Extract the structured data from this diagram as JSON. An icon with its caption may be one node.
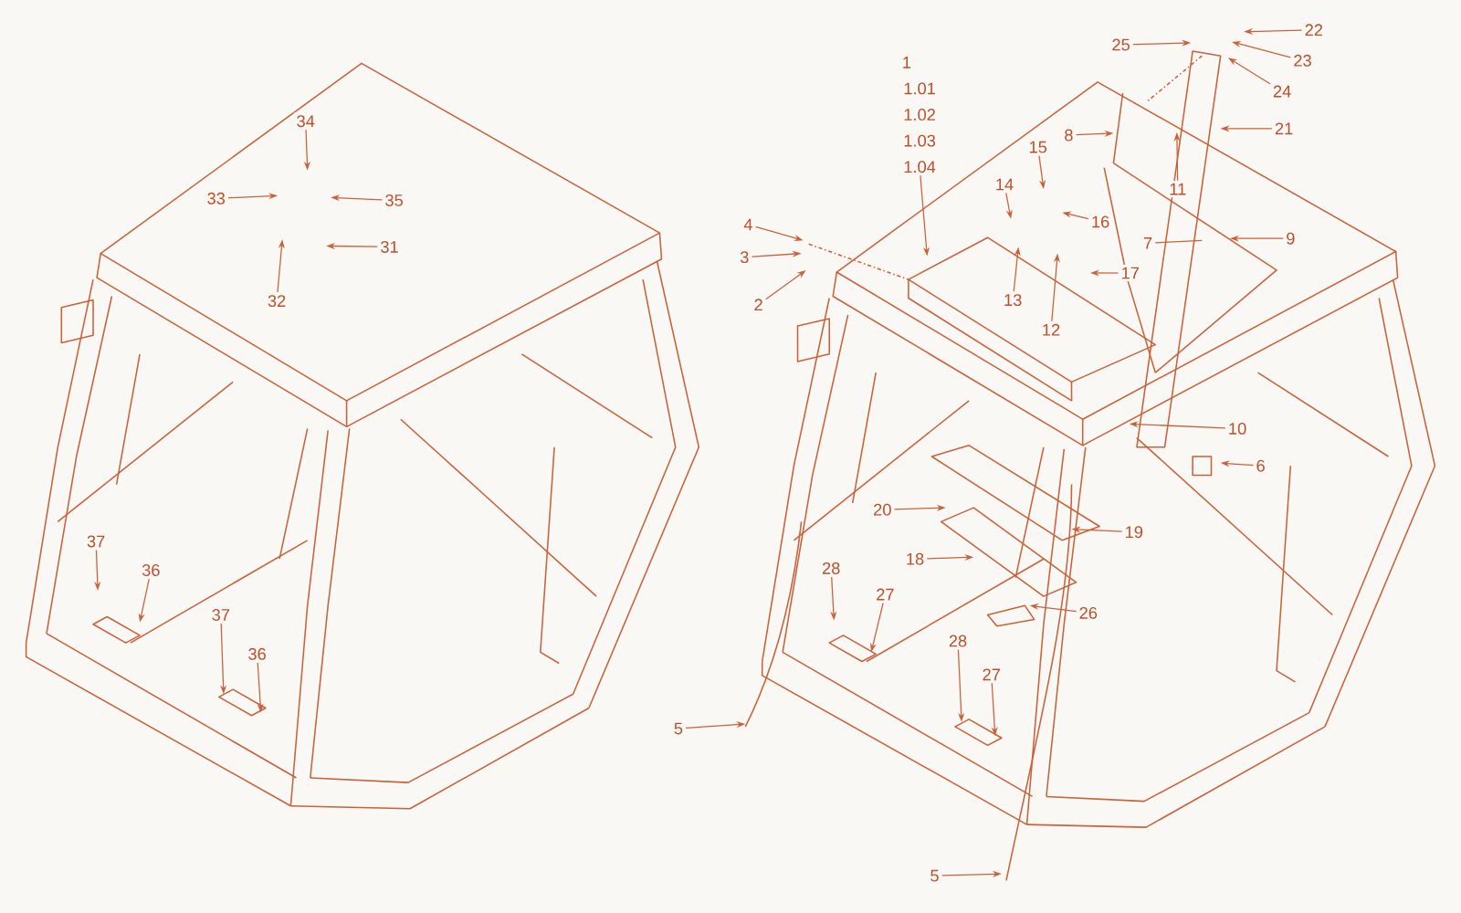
{
  "diagram": {
    "nodes": [
      {
        "text": [
          "34"
        ]
      },
      {
        "text": [
          "33"
        ]
      },
      {
        "text": [
          "35"
        ]
      },
      {
        "text": [
          "31"
        ]
      },
      {
        "text": [
          "32"
        ]
      },
      {
        "text": [
          "37"
        ]
      },
      {
        "text": [
          "36"
        ]
      },
      {
        "text": [
          "37"
        ]
      },
      {
        "text": [
          "36"
        ]
      },
      {
        "text": [
          "1"
        ]
      },
      {
        "text": [
          "1.01"
        ]
      },
      {
        "text": [
          "1.02"
        ]
      },
      {
        "text": [
          "1.03"
        ]
      },
      {
        "text": [
          "1.04"
        ]
      },
      {
        "text": [
          "25"
        ]
      },
      {
        "text": [
          "22"
        ]
      },
      {
        "text": [
          "23"
        ]
      },
      {
        "text": [
          "24"
        ]
      },
      {
        "text": [
          "21"
        ]
      },
      {
        "text": [
          "8"
        ]
      },
      {
        "text": [
          "11"
        ]
      },
      {
        "text": [
          "15"
        ]
      },
      {
        "text": [
          "14"
        ]
      },
      {
        "text": [
          "16"
        ]
      },
      {
        "text": [
          "4"
        ]
      },
      {
        "text": [
          "3"
        ]
      },
      {
        "text": [
          "2"
        ]
      },
      {
        "text": [
          "9"
        ]
      },
      {
        "text": [
          "7"
        ]
      },
      {
        "text": [
          "17"
        ]
      },
      {
        "text": [
          "13"
        ]
      },
      {
        "text": [
          "12"
        ]
      },
      {
        "text": [
          "10"
        ]
      },
      {
        "text": [
          "6"
        ]
      },
      {
        "text": [
          "20"
        ]
      },
      {
        "text": [
          "19"
        ]
      },
      {
        "text": [
          "18"
        ]
      },
      {
        "text": [
          "26"
        ]
      },
      {
        "text": [
          "28"
        ]
      },
      {
        "text": [
          "27"
        ]
      },
      {
        "text": [
          "28"
        ]
      },
      {
        "text": [
          "27"
        ]
      },
      {
        "text": [
          "5"
        ]
      },
      {
        "text": [
          "5"
        ]
      }
    ],
    "edges": [
      {
        "from": 0,
        "to": null,
        "arrow": "to"
      },
      {
        "from": 1,
        "to": null,
        "arrow": "to"
      },
      {
        "from": 2,
        "to": null,
        "arrow": "to"
      },
      {
        "from": 3,
        "to": null,
        "arrow": "to"
      },
      {
        "from": 4,
        "to": null,
        "arrow": "to"
      },
      {
        "from": 5,
        "to": null,
        "arrow": "to"
      },
      {
        "from": 6,
        "to": null,
        "arrow": "to"
      },
      {
        "from": 7,
        "to": null,
        "arrow": "to"
      },
      {
        "from": 8,
        "to": null,
        "arrow": "to"
      },
      {
        "from": 13,
        "to": null,
        "arrow": "to"
      },
      {
        "from": 14,
        "to": null,
        "arrow": "to"
      },
      {
        "from": 15,
        "to": null,
        "arrow": "to"
      },
      {
        "from": 16,
        "to": null,
        "arrow": "to"
      },
      {
        "from": 17,
        "to": null,
        "arrow": "to"
      },
      {
        "from": 18,
        "to": null,
        "arrow": "to"
      },
      {
        "from": 19,
        "to": null,
        "arrow": "to"
      },
      {
        "from": 20,
        "to": null,
        "arrow": "to"
      },
      {
        "from": 21,
        "to": null,
        "arrow": "to"
      },
      {
        "from": 22,
        "to": null,
        "arrow": "to"
      },
      {
        "from": 23,
        "to": null,
        "arrow": "to"
      },
      {
        "from": 24,
        "to": null,
        "arrow": "to"
      },
      {
        "from": 25,
        "to": null,
        "arrow": "to"
      },
      {
        "from": 26,
        "to": null,
        "arrow": "to"
      },
      {
        "from": 27,
        "to": null,
        "arrow": "to"
      },
      {
        "from": 28,
        "to": null,
        "arrow": "none"
      },
      {
        "from": 29,
        "to": null,
        "arrow": "to"
      },
      {
        "from": 30,
        "to": null,
        "arrow": "to"
      },
      {
        "from": 31,
        "to": null,
        "arrow": "to"
      },
      {
        "from": 32,
        "to": null,
        "arrow": "to"
      },
      {
        "from": 33,
        "to": null,
        "arrow": "to"
      },
      {
        "from": 34,
        "to": null,
        "arrow": "to"
      },
      {
        "from": 35,
        "to": null,
        "arrow": "to"
      },
      {
        "from": 36,
        "to": null,
        "arrow": "to"
      },
      {
        "from": 37,
        "to": null,
        "arrow": "to"
      },
      {
        "from": 38,
        "to": null,
        "arrow": "to"
      },
      {
        "from": 39,
        "to": null,
        "arrow": "to"
      },
      {
        "from": 40,
        "to": null,
        "arrow": "to"
      },
      {
        "from": 41,
        "to": null,
        "arrow": "to"
      },
      {
        "from": 42,
        "to": null,
        "arrow": "to"
      },
      {
        "from": 43,
        "to": null,
        "arrow": "to"
      }
    ]
  }
}
